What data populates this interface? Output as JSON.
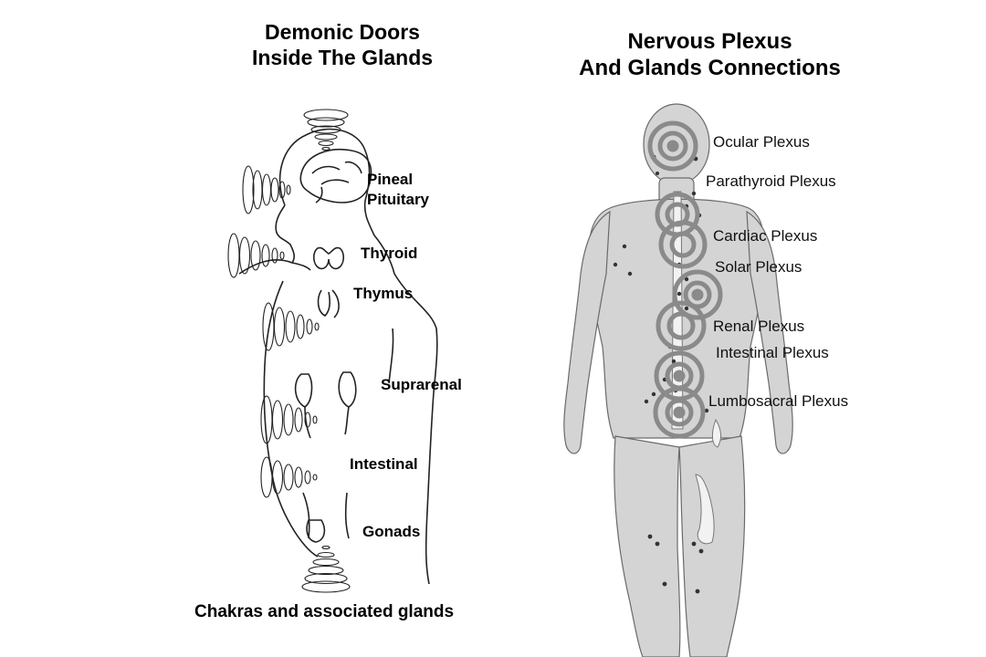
{
  "left_panel": {
    "title_lines": [
      "Demonic Doors",
      "Inside The Glands"
    ],
    "glands": [
      "Pineal",
      "Pituitary",
      "Thyroid",
      "Thymus",
      "Suprarenal",
      "Intestinal",
      "Gonads"
    ],
    "caption": "Chakras and associated glands"
  },
  "right_panel": {
    "title_lines": [
      "Nervous Plexus",
      "And Glands Connections"
    ],
    "plexuses": [
      "Ocular Plexus",
      "Parathyroid Plexus",
      "Cardiac Plexus",
      "Solar Plexus",
      "Renal Plexus",
      "Intestinal Plexus",
      "Lumbosacral Plexus"
    ]
  },
  "colors": {
    "background": "#ffffff",
    "body_fill": "#d4d4d4",
    "ring": "#8a8a8a",
    "line": "#222222"
  }
}
